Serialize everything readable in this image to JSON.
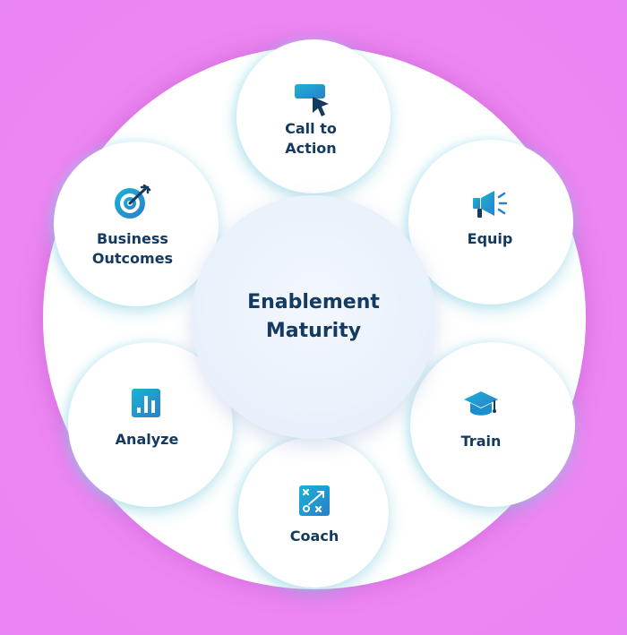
{
  "center": {
    "title": "Enablement\nMaturity"
  },
  "items": [
    {
      "label": "Call to\nAction",
      "icon": "cursor-click-icon"
    },
    {
      "label": "Equip",
      "icon": "megaphone-icon"
    },
    {
      "label": "Train",
      "icon": "graduation-cap-icon"
    },
    {
      "label": "Coach",
      "icon": "strategy-board-icon"
    },
    {
      "label": "Analyze",
      "icon": "bar-chart-icon"
    },
    {
      "label": "Business\nOutcomes",
      "icon": "target-icon"
    }
  ],
  "colors": {
    "background": "#ee86f2",
    "text": "#143a60",
    "icon_gradient_start": "#1ab3d6",
    "icon_gradient_end": "#2a7fc9"
  }
}
